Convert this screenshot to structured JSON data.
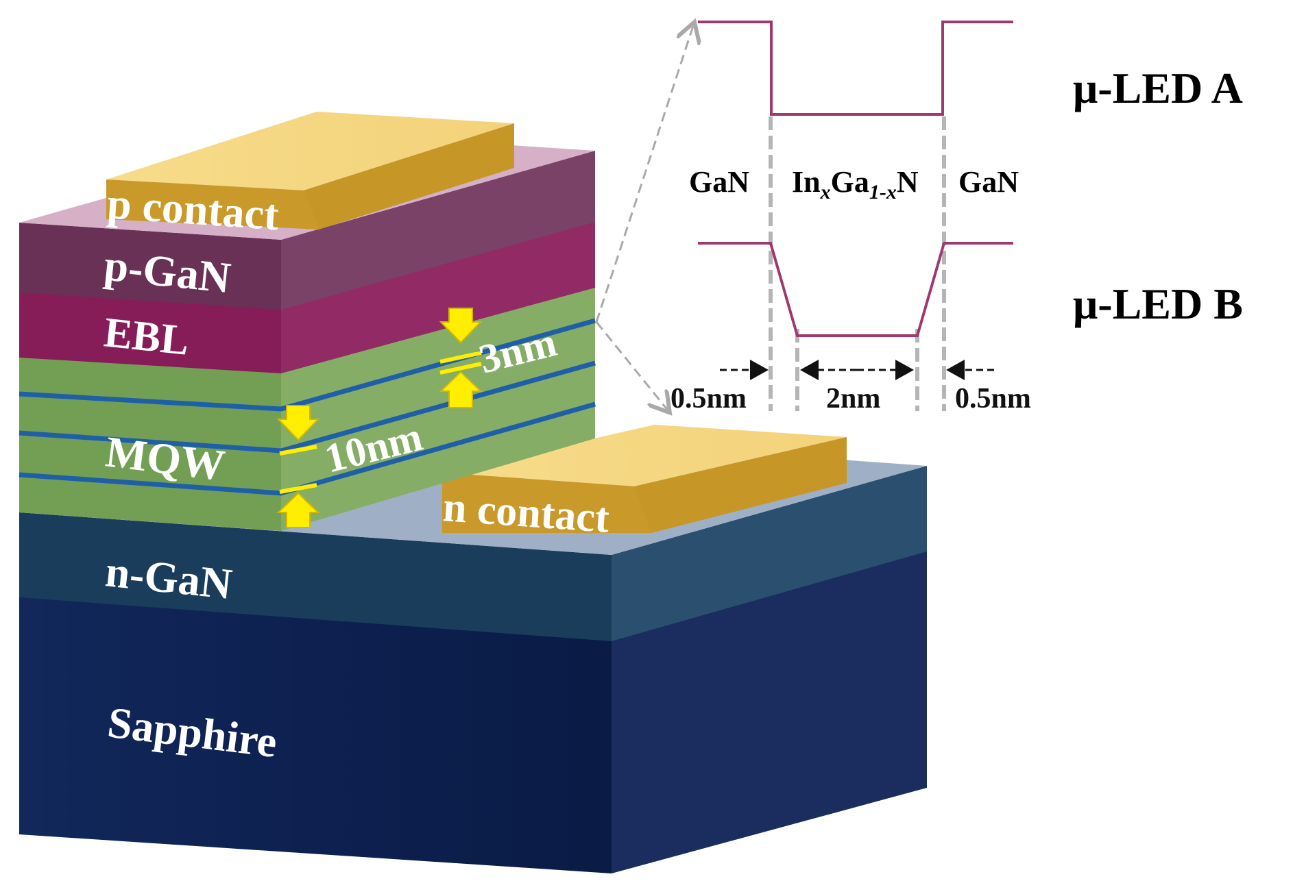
{
  "layers": {
    "p_contact": "p contact",
    "p_gan": "p-GaN",
    "ebl": "EBL",
    "mqw": "MQW",
    "n_gan": "n-GaN",
    "sapphire": "Sapphire",
    "n_contact": "n contact"
  },
  "dimensions": {
    "barrier_thickness": "10nm",
    "well_thickness": "3nm"
  },
  "band_diagram": {
    "device_a": "μ-LED A",
    "device_b": "μ-LED B",
    "left_material": "GaN",
    "right_material": "GaN",
    "well_material": {
      "prefix": "In",
      "sub1": "x",
      "mid": "Ga",
      "sub2": "1-x",
      "suffix": "N"
    },
    "left_grade": "0.5nm",
    "well_width": "2nm",
    "right_grade": "0.5nm"
  },
  "colors": {
    "p_contact": "#c99a1f",
    "p_gan": "#6e3558",
    "ebl": "#8b1f5c",
    "mqw": "#6f9e52",
    "quantum_well": "#1f5fa8",
    "n_gan": "#1d4a66",
    "sapphire": "#0f2553",
    "arrow": "#ffee00",
    "band_line": "#a0376e"
  }
}
